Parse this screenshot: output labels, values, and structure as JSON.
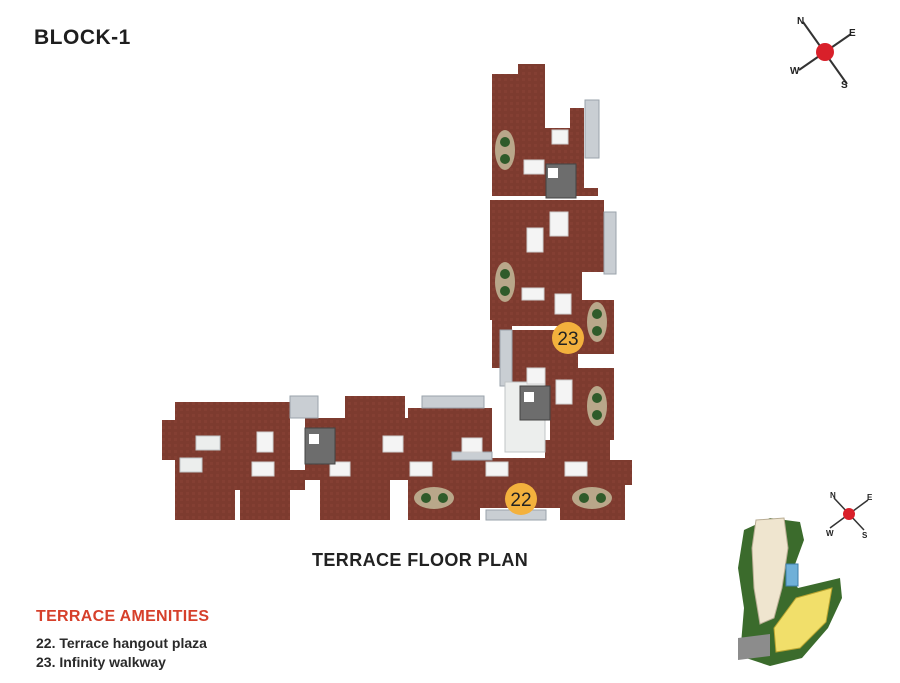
{
  "header": {
    "title": "BLOCK-1"
  },
  "compass": {
    "n": "N",
    "e": "E",
    "s": "S",
    "w": "W",
    "accent": "#d9202a"
  },
  "plan": {
    "caption": "TERRACE FLOOR PLAN",
    "floor_color": "#7d3b2f",
    "markers": [
      {
        "label": "22"
      },
      {
        "label": "23"
      }
    ],
    "marker_color": "#f3b13d"
  },
  "amenities": {
    "title": "TERRACE AMENITIES",
    "items": [
      "22. Terrace hangout plaza",
      "23. Infinity walkway"
    ],
    "title_color": "#d6402b"
  },
  "site_map": {
    "compass": {
      "n": "N",
      "e": "E",
      "s": "S",
      "w": "W"
    }
  }
}
